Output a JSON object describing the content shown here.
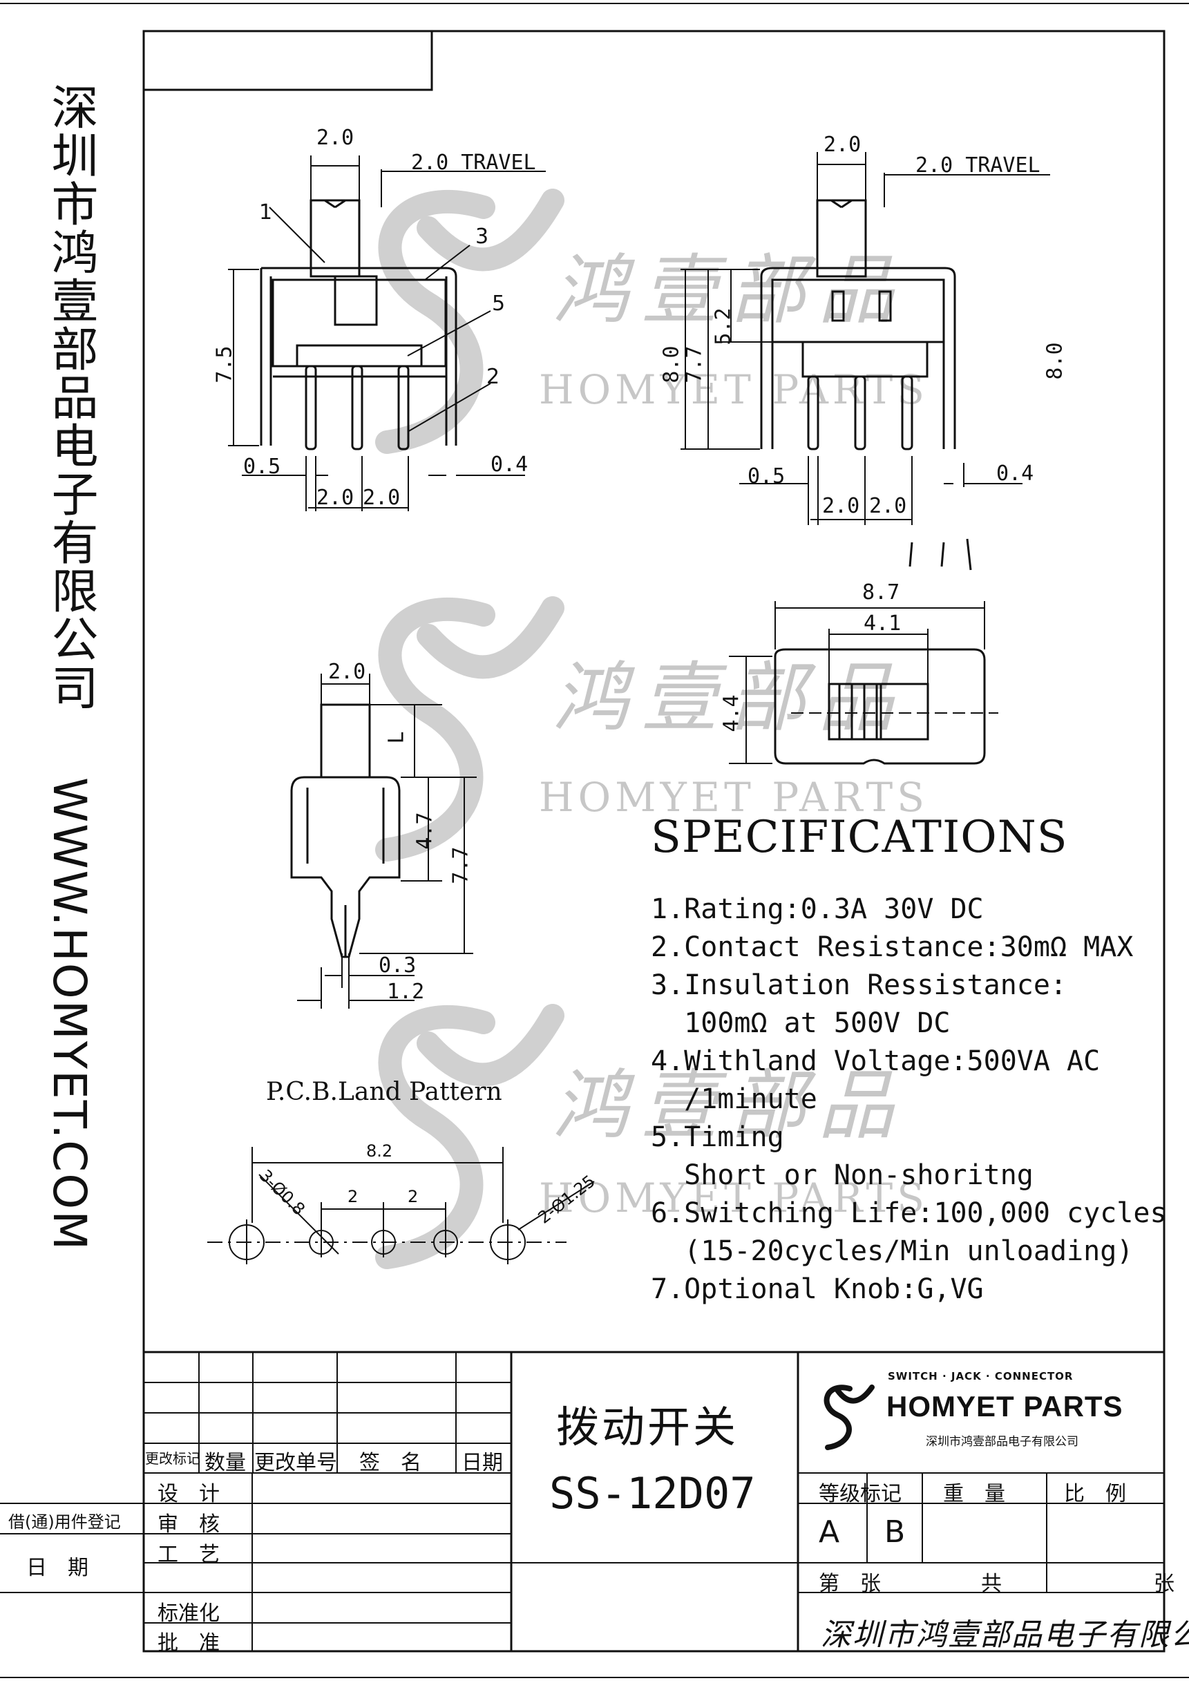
{
  "side": {
    "company": "深圳市鸿壹部品电子有限公司",
    "url": "WWW.HOMYET.COM"
  },
  "watermark": {
    "cn": "鸿壹部品",
    "en": "HOMYET PARTS"
  },
  "dims": {
    "travel": "2.0 TRAVEL",
    "d2_0": "2.0",
    "d7_5": "7.5",
    "d8_0": "8.0",
    "d7_7": "7.7",
    "d5_2": "5.2",
    "d0_5": "0.5",
    "d0_4": "0.4",
    "d8_7": "8.7",
    "d4_1": "4.1",
    "d4_4": "4.4",
    "d4_7": "4.7",
    "d0_3": "0.3",
    "d1_2": "1.2",
    "d8_2": "8.2",
    "d2": "2",
    "hole_small": "3-Ø0.8",
    "hole_large": "2-Ø1.25",
    "l_label": "L",
    "callouts": [
      "1",
      "2",
      "3",
      "5"
    ]
  },
  "specs": {
    "title": "SPECIFICATIONS",
    "lines": [
      "1.Rating:0.3A 30V DC",
      "2.Contact Resistance:30mΩ MAX",
      "3.Insulation Ressistance:",
      "  100mΩ at 500V DC",
      "4.Withland Voltage:500VA AC",
      "  /1minute",
      "5.Timing",
      "  Short or Non-shoritng",
      "6.Switching Life:100,000 cycles",
      "  (15-20cycles/Min unloading)",
      "7.Optional Knob:G,VG"
    ]
  },
  "pcb_label": "P.C.B.Land Pattern",
  "title_block": {
    "rev_mark": "更改标记",
    "qty": "数量",
    "rev_no": "更改单号",
    "sign": "签　名",
    "date": "日期",
    "design": "设　计",
    "review": "审　核",
    "process": "工　艺",
    "standard": "标准化",
    "approve": "批　准",
    "borrow": "借(通)用件登记",
    "date_left": "日　期",
    "product_name": "拨动开关",
    "part_number": "SS-12D07",
    "brand_tag": "SWITCH · JACK · CONNECTOR",
    "brand_name": "HOMYET PARTS",
    "brand_sub": "深圳市鸿壹部品电子有限公司",
    "grade_mark": "等级标记",
    "weight": "重　量",
    "scale": "比　例",
    "grade_a": "A",
    "grade_b": "B",
    "sheet_no": "第　张",
    "sheet_total": "共　张",
    "sign_company": "深圳市鸿壹部品电子有限公司"
  }
}
